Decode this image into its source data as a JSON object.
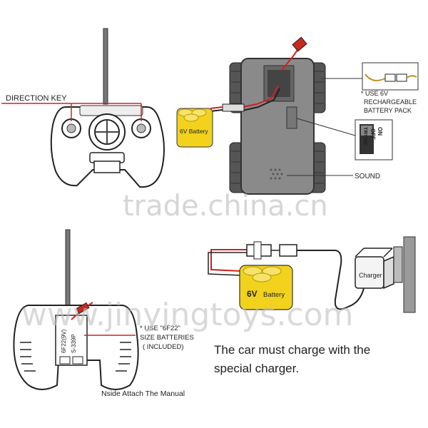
{
  "labels": {
    "direction_key": "DIRECTION KEY",
    "battery_pack_note_1": "* USE 6V",
    "battery_pack_note_2": "RECHARGEABLE",
    "battery_pack_note_3": "BATTERY PACK",
    "switch_on": "ON",
    "switch_off": "OFF",
    "switch_tryme": "TRYME",
    "sound": "SOUND",
    "battery_top": "6V Battery",
    "battery_bottom_6v": "6V",
    "battery_bottom_word": "Battery",
    "use_6f22_1": "* USE \"6F22\"",
    "use_6f22_2": "SIZE BATTERIES",
    "use_6f22_3": "( INCLUDED)",
    "remote_battery_1": "6F22(9V)",
    "remote_battery_2": "S-339P",
    "inside_manual": "Nside Attach The Manual",
    "charger": "Charger",
    "charge_note_1": "The car must charge with the",
    "charge_note_2": "special charger."
  },
  "watermarks": {
    "trade": "trade.china.cn",
    "jinying": "www.jinyingtoys.com"
  },
  "colors": {
    "battery": "#f2d21c",
    "wire_red": "#d22020",
    "car_body": "#8a8a8a",
    "plug_red": "#c8281e"
  }
}
